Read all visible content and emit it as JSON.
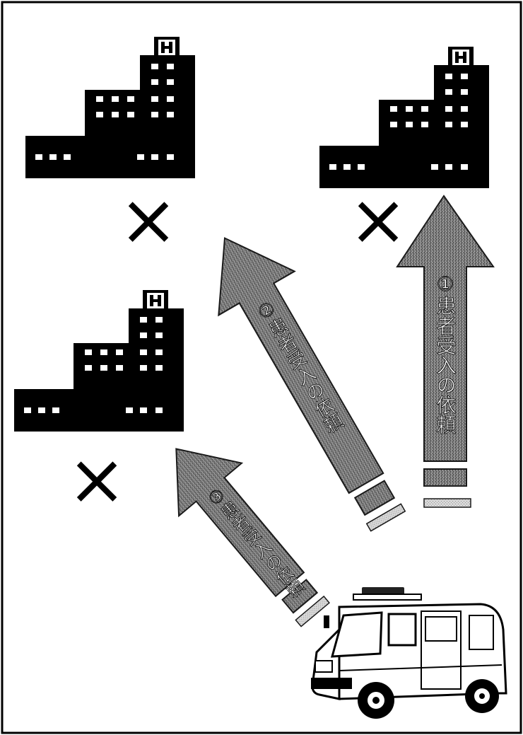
{
  "diagram": {
    "hospitals": [
      {
        "sign": "H",
        "status": "×",
        "icon": "hospital-building-icon"
      },
      {
        "sign": "H",
        "status": "×",
        "icon": "hospital-building-icon"
      },
      {
        "sign": "H",
        "status": "×",
        "icon": "hospital-building-icon"
      }
    ],
    "arrows": [
      {
        "label": "①患者受入の依頼",
        "icon": "up-arrow-icon"
      },
      {
        "label": "②患者受入の依頼",
        "icon": "up-left-arrow-icon"
      },
      {
        "label": "③患者受入の依頼",
        "icon": "up-left-arrow-icon"
      }
    ],
    "vehicle": {
      "icon": "ambulance-icon"
    },
    "colors": {
      "ink": "#000000",
      "arrow_fill": "#6e6e6e",
      "arrow_stroke": "#1a1a1a",
      "label_text": "#ffffff",
      "paper": "#ffffff"
    }
  }
}
